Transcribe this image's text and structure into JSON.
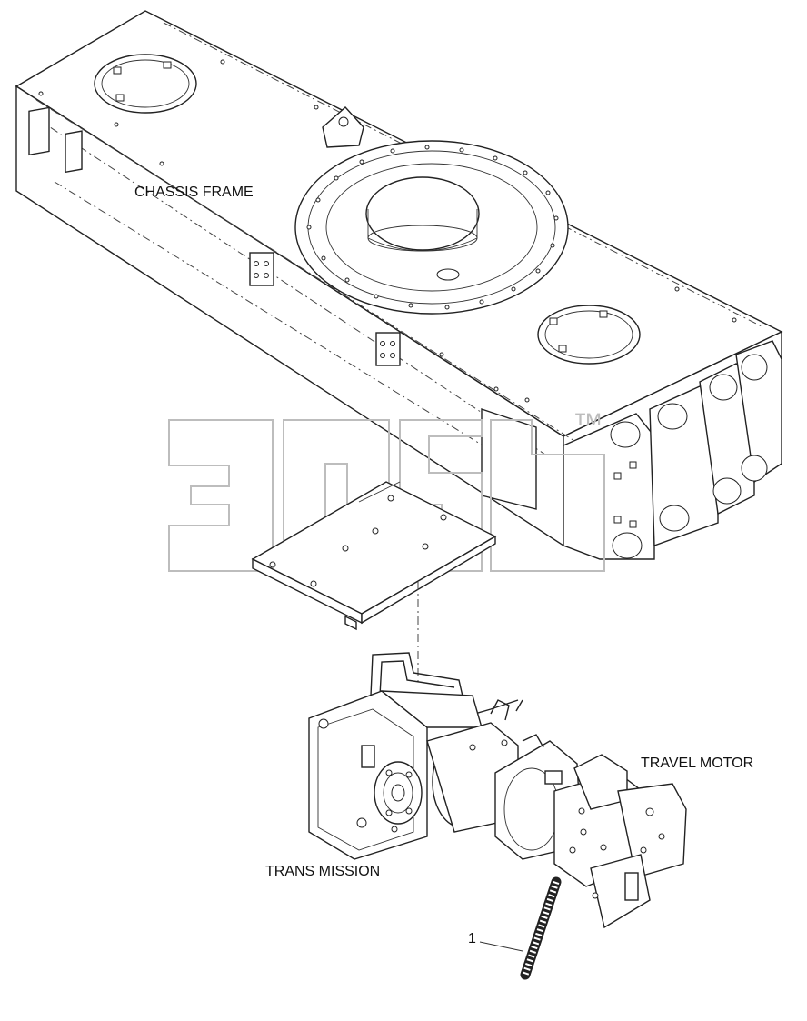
{
  "labels": {
    "chassis_frame": "CHASSIS FRAME",
    "travel_motor": "TRAVEL MOTOR",
    "trans_mission": "TRANS MISSION",
    "item_1": "1"
  },
  "watermark": {
    "mark": "™"
  }
}
